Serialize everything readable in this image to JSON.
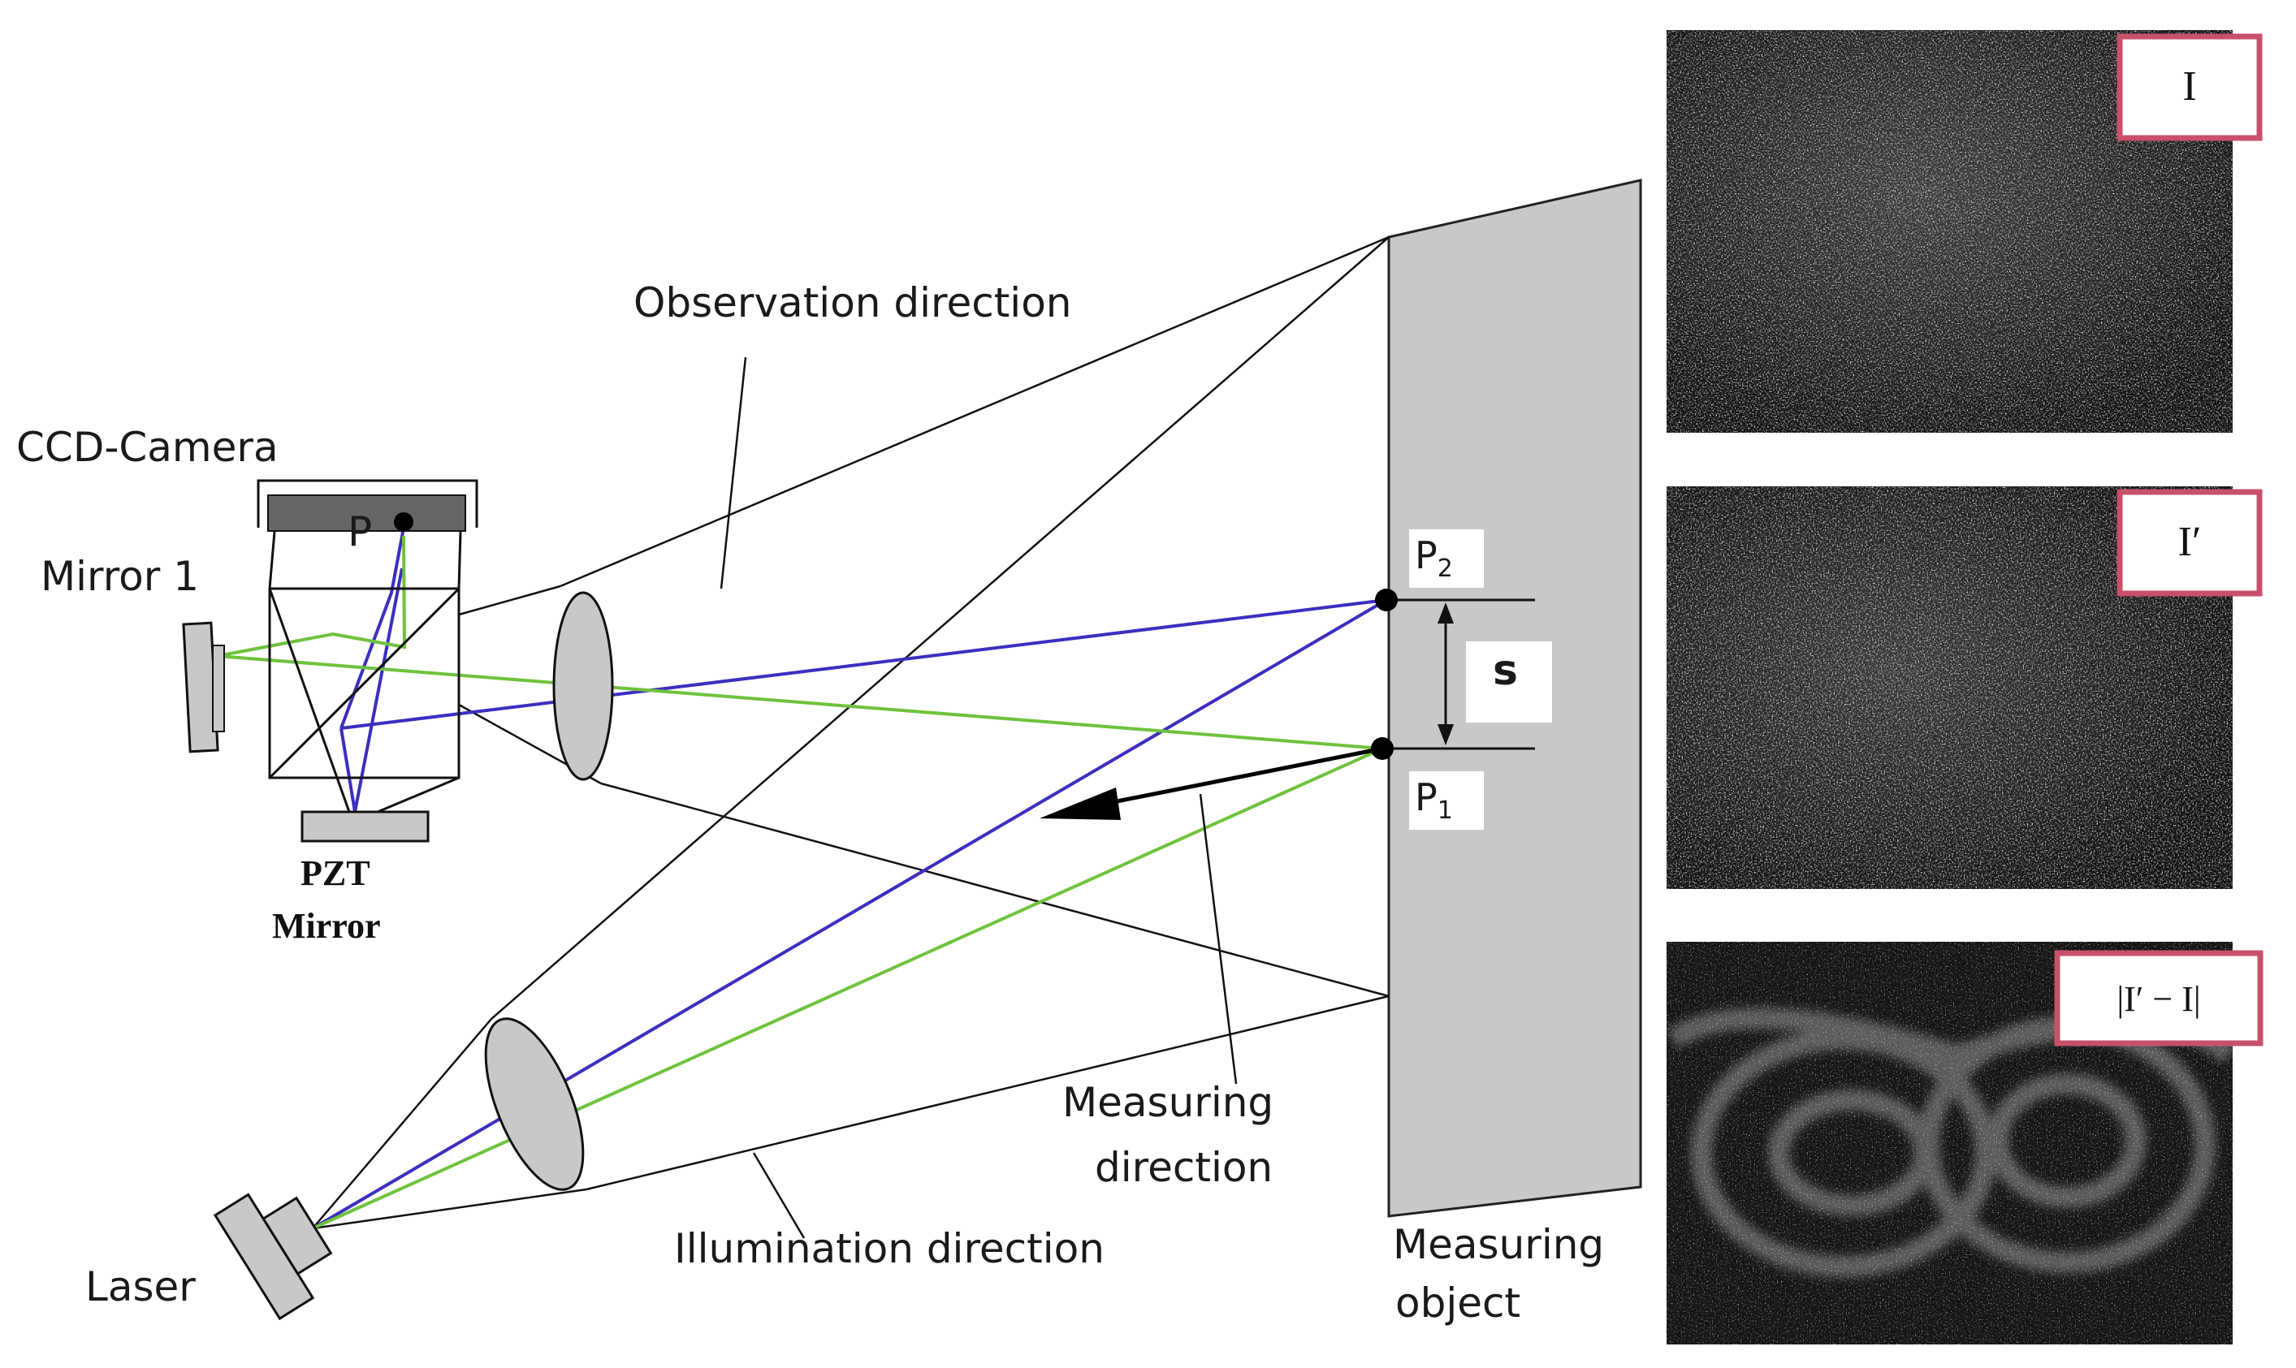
{
  "labels": {
    "observation": "Observation direction",
    "ccd_camera": "CCD-Camera",
    "p_point": "P",
    "mirror1": "Mirror 1",
    "pzt_line1": "PZT",
    "pzt_line2": "Mirror",
    "p2_main": "P",
    "p2_sub": "2",
    "s": "s",
    "p1_main": "P",
    "p1_sub": "1",
    "measuring_dir_1": "Measuring",
    "measuring_dir_2": "direction",
    "illumination": "Illumination direction",
    "laser": "Laser",
    "object_1": "Measuring",
    "object_2": "object"
  },
  "panels": [
    {
      "label": "I",
      "image": "speckle-pattern"
    },
    {
      "label": "I′",
      "image": "speckle-pattern"
    },
    {
      "label": "|I′ − I|",
      "image": "fringe-pattern"
    }
  ],
  "colors": {
    "blue_beam": "#3a2fc0",
    "green_beam": "#6fc23c",
    "panel_border": "#c8506a",
    "object_fill": "#c8c8c8"
  }
}
